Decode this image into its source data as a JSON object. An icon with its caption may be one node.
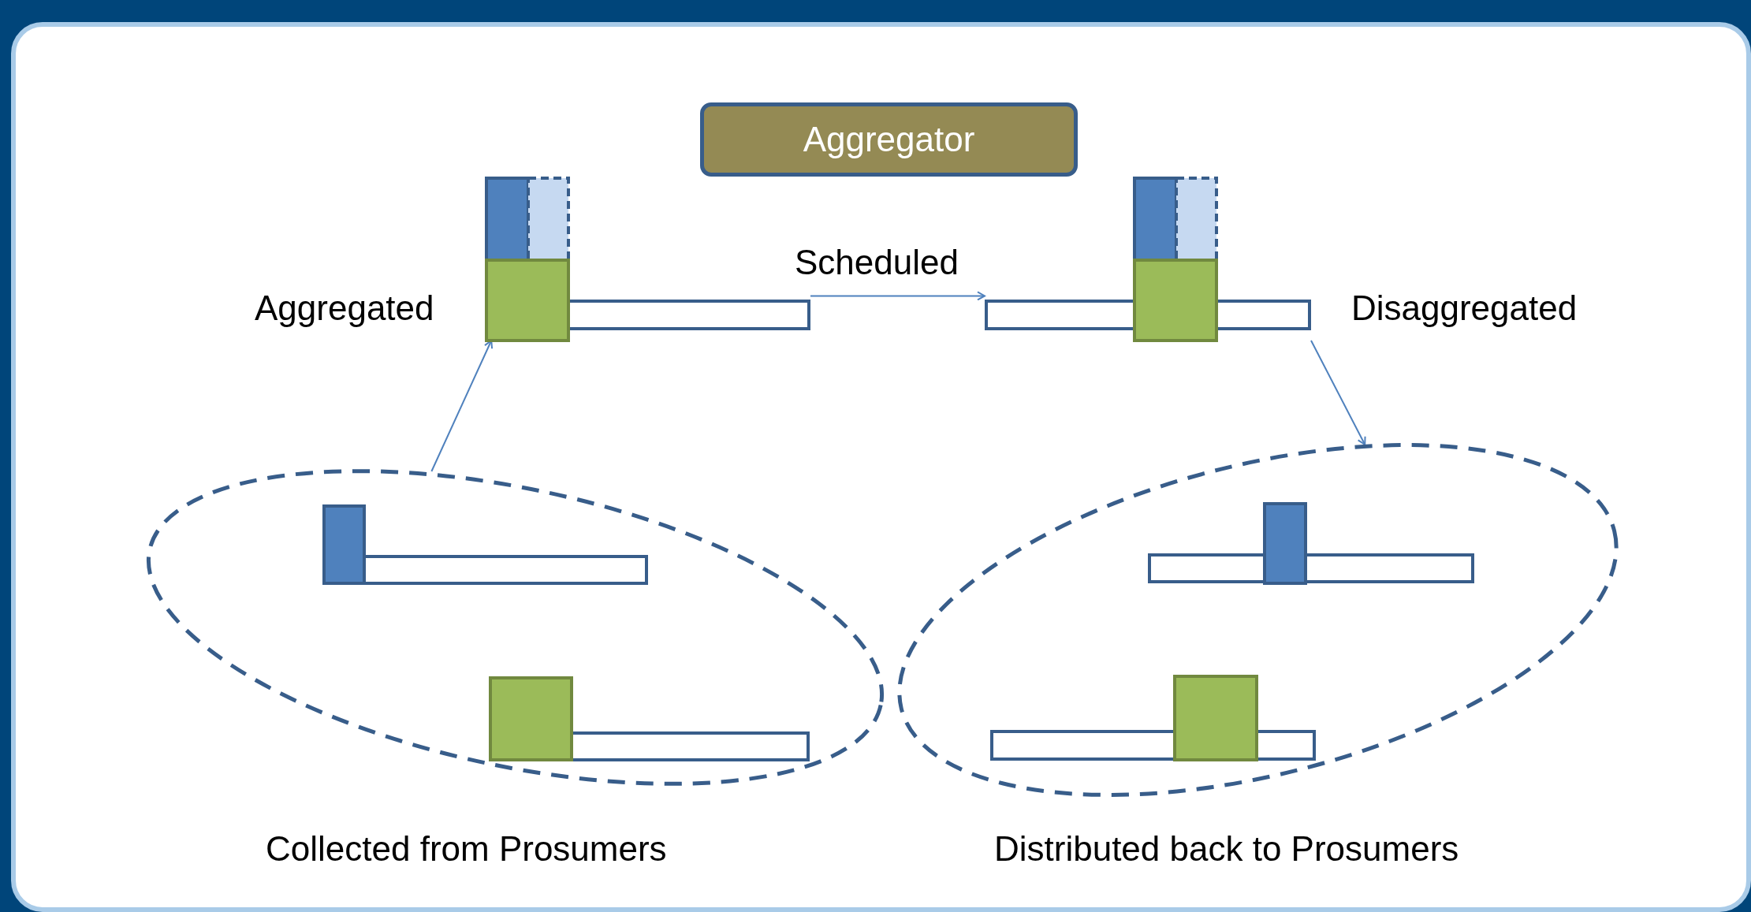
{
  "diagram": {
    "nodes": [
      {
        "text": [
          "Aggregator"
        ]
      },
      {
        "text": [],
        "shape": "bar",
        "beside": [
          "Aggregated"
        ]
      },
      {
        "text": [],
        "shape": "bar",
        "beside": [
          "Disaggregated"
        ]
      },
      {
        "text": [],
        "shape": "circle",
        "beside": [
          "Collected from Prosumers"
        ]
      },
      {
        "text": [],
        "shape": "bar",
        "in": 3
      },
      {
        "text": [],
        "shape": "bar",
        "in": 3
      },
      {
        "text": [],
        "shape": "circle",
        "beside": [
          "Distributed back to Prosumers"
        ]
      },
      {
        "text": [],
        "shape": "bar",
        "in": 6
      },
      {
        "text": [],
        "shape": "bar",
        "in": 6
      }
    ],
    "edges": [
      {
        "from": 3,
        "to": 1,
        "arrow": "to"
      },
      {
        "from": 1,
        "to": 2,
        "arrow": "to",
        "label": "Scheduled"
      },
      {
        "from": 2,
        "to": 6,
        "arrow": "to"
      }
    ]
  }
}
